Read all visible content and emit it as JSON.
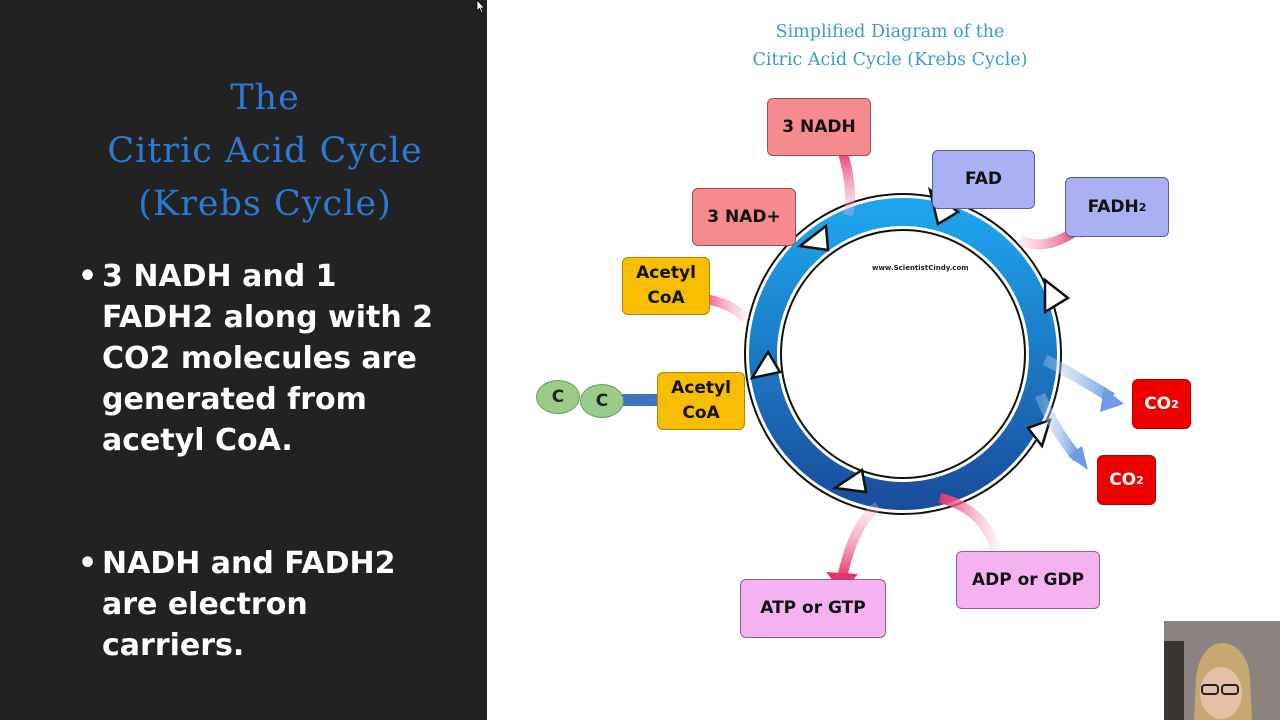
{
  "slide": {
    "title_lines": [
      "The",
      "Citric Acid Cycle",
      "(Krebs Cycle)"
    ],
    "bullets": [
      "3 NADH and 1 FADH2 along with 2 CO2 molecules are generated from acetyl CoA.",
      "NADH and FADH2 are electron carriers."
    ]
  },
  "diagram": {
    "title_lines": [
      "Simplified Diagram of the",
      "Citric Acid Cycle (Krebs Cycle)"
    ],
    "watermark": "www.ScientistCindy.com",
    "carbons": [
      "C",
      "C"
    ],
    "acetyl_coa_input": "Acetyl CoA",
    "acetyl_coa_output": "Acetyl CoA",
    "nad_plus": "3 NAD+",
    "nadh": "3 NADH",
    "fad": "FAD",
    "fadh2_base": "FADH",
    "fadh2_sub": "2",
    "co2_base": "CO",
    "co2_sub": "2",
    "atp": "ATP or GTP",
    "adp": "ADP or GDP"
  },
  "colors": {
    "slide_background": "#222222",
    "title_blue": "#2a7ad6",
    "cycle_blue": "#1f86d8",
    "arrow_pink": "#e8336a",
    "arrow_blue": "#7aa6e6"
  },
  "icons": [
    "mouse-cursor-icon",
    "cycle-arrow-icon",
    "webcam-video"
  ]
}
